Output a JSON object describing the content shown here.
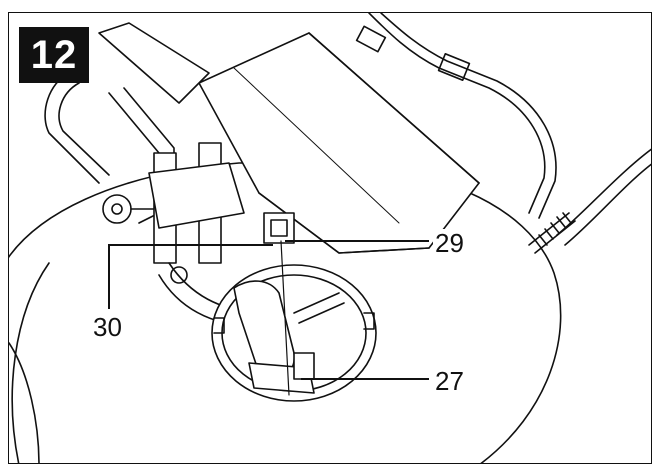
{
  "figure": {
    "number": "12"
  },
  "callouts": [
    {
      "id": "29",
      "label": "29"
    },
    {
      "id": "30",
      "label": "30"
    },
    {
      "id": "27",
      "label": "27"
    }
  ]
}
